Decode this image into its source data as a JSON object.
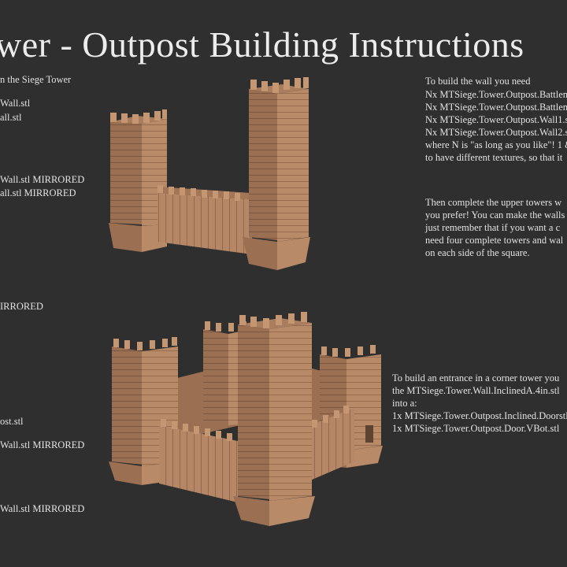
{
  "title": "wer - Outpost Building Instructions",
  "left_column": {
    "lines": [
      "n the Siege Tower",
      "Wall.stl",
      "all.stl",
      "Wall.stl MIRRORED",
      "all.stl MIRRORED",
      "IRRORED",
      "ost.stl",
      "Wall.stl MIRRORED",
      "Wall.stl MIRRORED"
    ]
  },
  "wall_instructions": {
    "lines": [
      "To build the wall you need",
      "Nx MTSiege.Tower.Outpost.Battlem",
      "Nx MTSiege.Tower.Outpost.Battlem",
      "Nx MTSiege.Tower.Outpost.Wall1.s",
      "Nx MTSiege.Tower.Outpost.Wall2.s",
      "where N is \"as long as you like\"! 1 &",
      "to have different textures, so that it"
    ]
  },
  "tower_instructions": {
    "lines": [
      "Then complete the upper towers w",
      "you prefer! You can make the walls",
      "just remember that if you want a c",
      "need four complete towers and wal",
      "on each side of the square."
    ]
  },
  "entrance_instructions": {
    "lines": [
      "To build an entrance in a corner tower you",
      "the MTSiege.Tower.Wall.InclinedA.4in.stl",
      "into a:",
      "1x MTSiege.Tower.Outpost.Inclined.Doorstl",
      "1x MTSiege.Tower.Outpost.Door.VBot.stl"
    ]
  },
  "colors": {
    "background": "#2f2f2f",
    "wood_light": "#c79a76",
    "wood_mid": "#a97d5d",
    "wood_dark": "#7d5a42"
  }
}
